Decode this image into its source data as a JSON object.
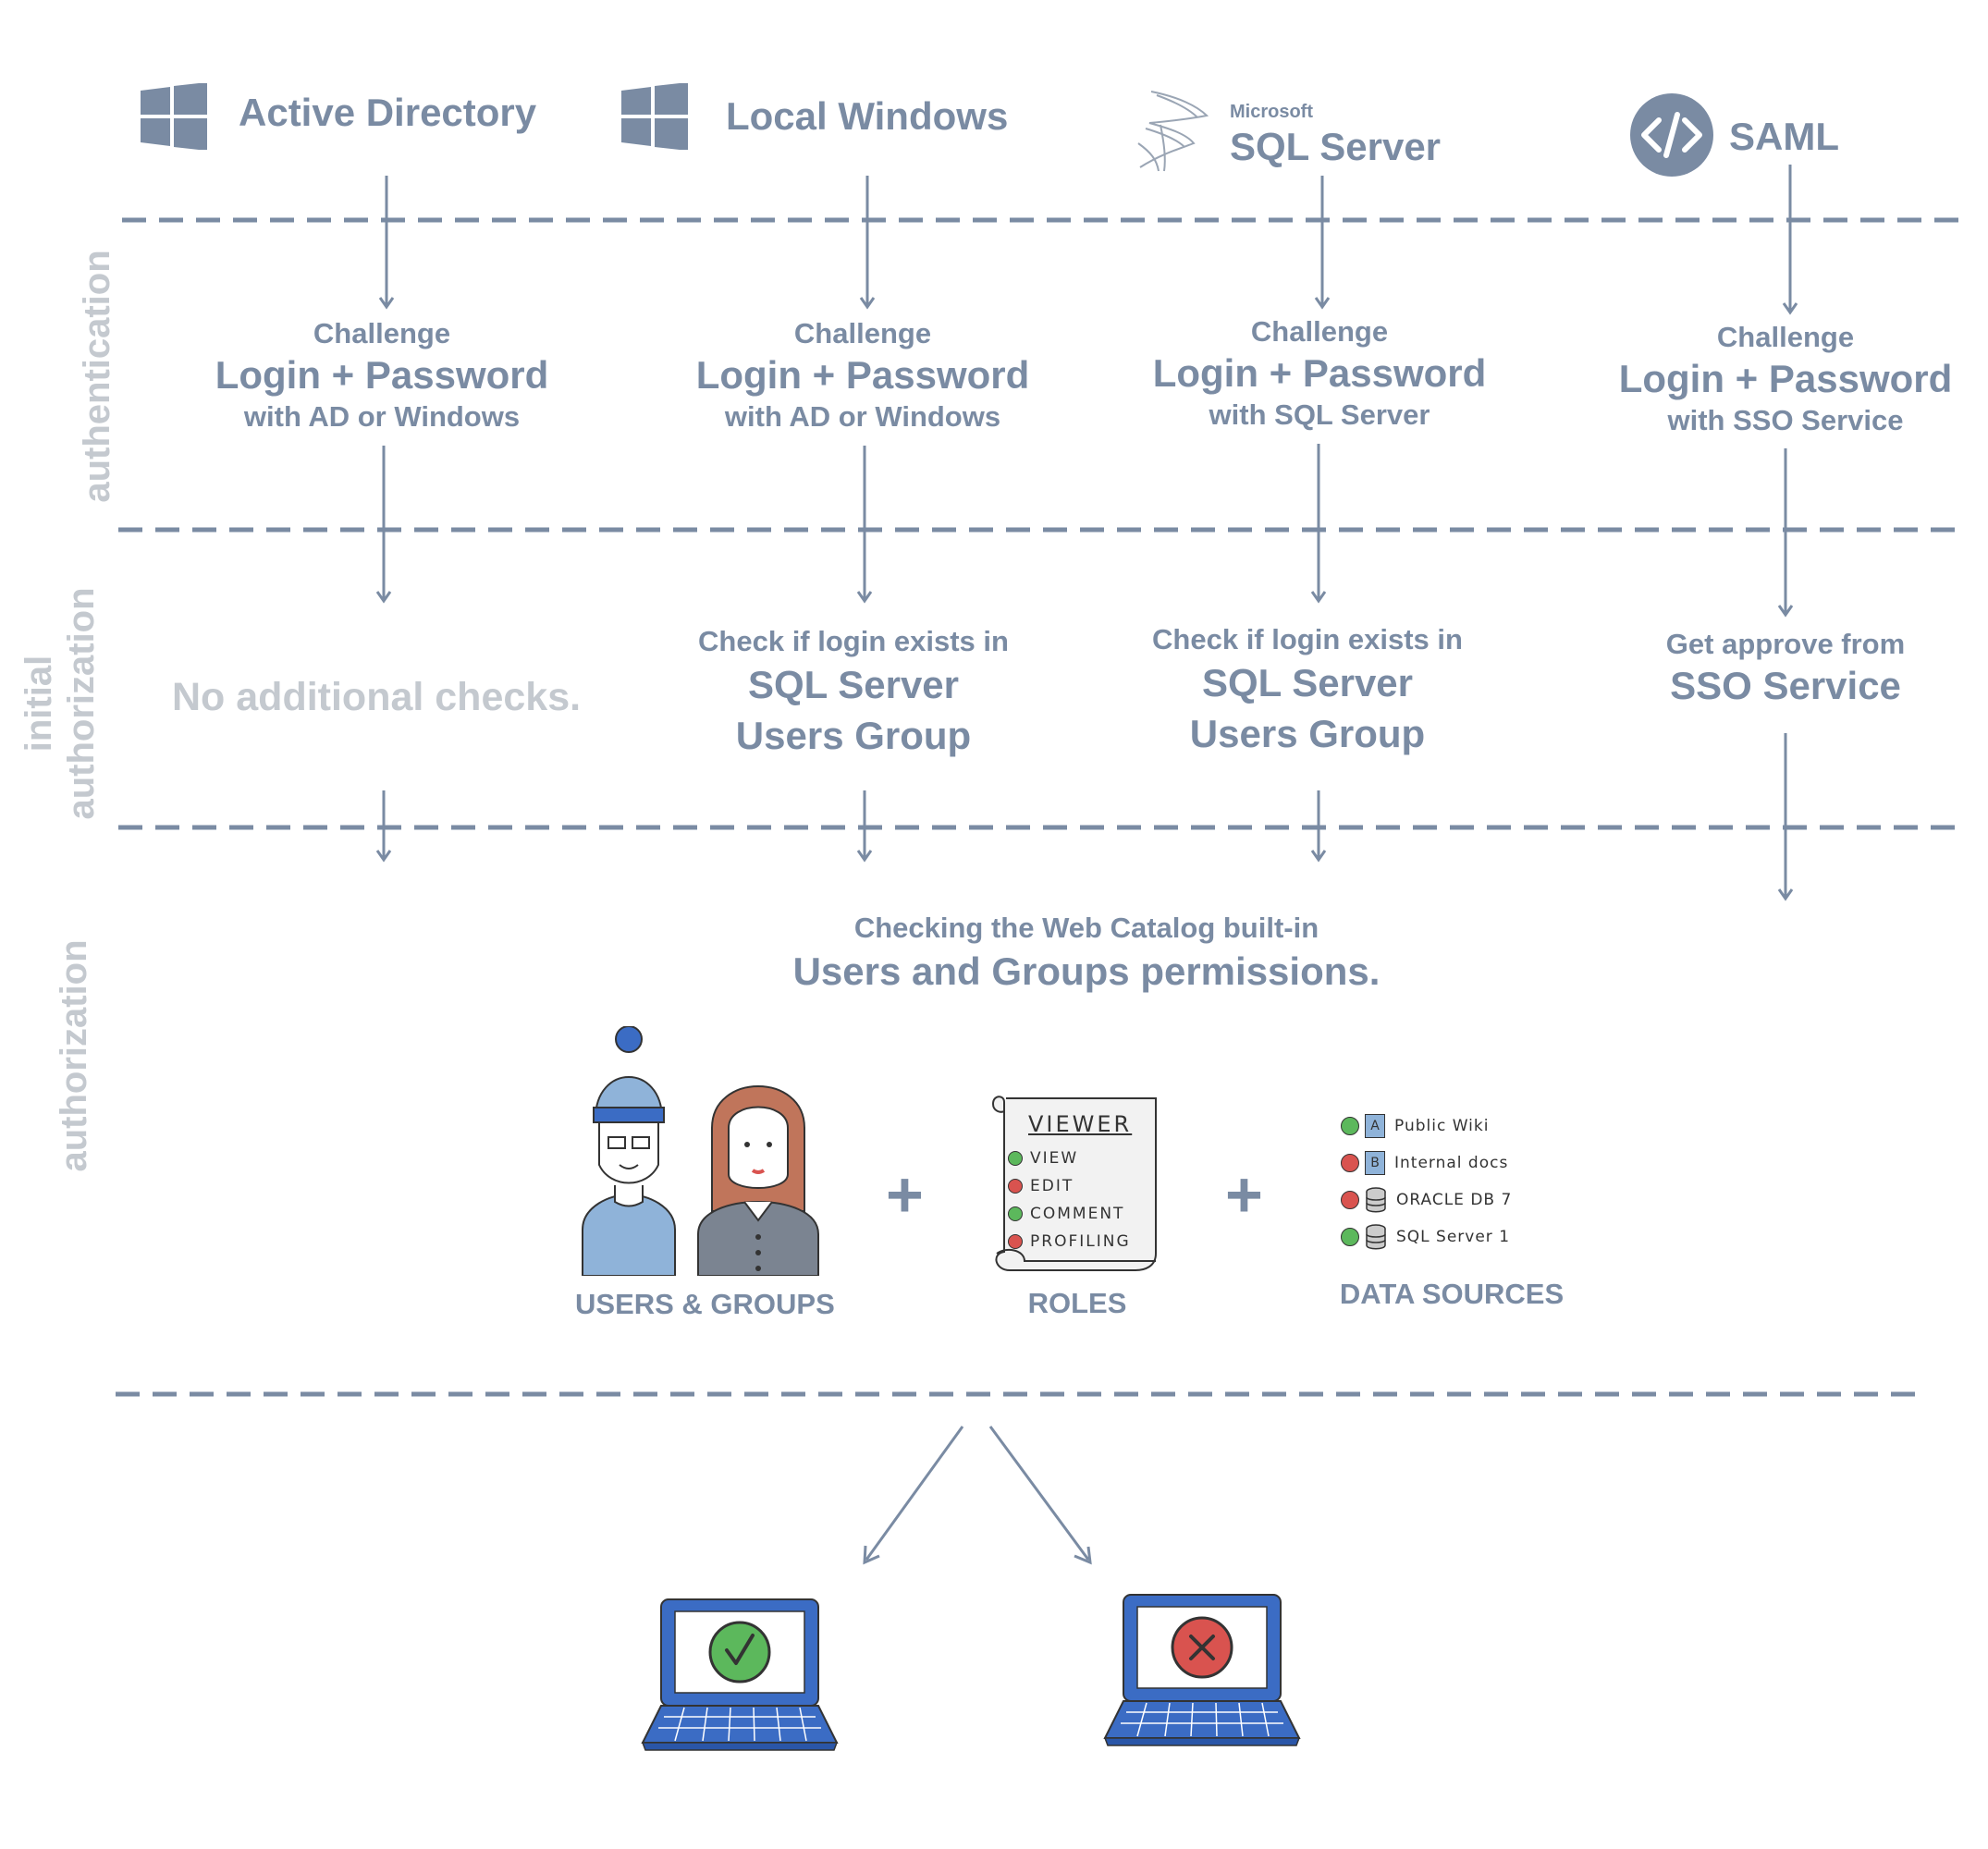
{
  "providers": [
    {
      "name": "Active Directory",
      "icon": "windows-icon"
    },
    {
      "name": "Local Windows",
      "icon": "windows-icon"
    },
    {
      "name": "SQL Server",
      "prefix": "Microsoft",
      "icon": "sql-server-icon"
    },
    {
      "name": "SAML",
      "icon": "code-icon"
    }
  ],
  "sections": {
    "authentication": "authentication",
    "initial_authorization": "initial authorization",
    "authorization": "authorization"
  },
  "authentication": [
    {
      "challenge": "Challenge",
      "main": "Login + Password",
      "with": "with AD or Windows"
    },
    {
      "challenge": "Challenge",
      "main": "Login + Password",
      "with": "with AD or Windows"
    },
    {
      "challenge": "Challenge",
      "main": "Login + Password",
      "with": "with SQL Server"
    },
    {
      "challenge": "Challenge",
      "main": "Login + Password",
      "with": "with SSO Service"
    }
  ],
  "initial_authorization": {
    "no_checks": "No additional checks.",
    "sql_checks": [
      {
        "line1": "Check if login exists in",
        "line2": "SQL Server",
        "line3": "Users Group"
      },
      {
        "line1": "Check if login exists in",
        "line2": "SQL Server",
        "line3": "Users Group"
      }
    ],
    "sso": {
      "line1": "Get approve from",
      "line2": "SSO Service"
    }
  },
  "authorization": {
    "line1": "Checking the Web Catalog built-in",
    "line2": "Users and Groups permissions.",
    "components": {
      "users_groups": "USERS & GROUPS",
      "roles": "ROLES",
      "data_sources": "DATA SOURCES",
      "plus": "+"
    },
    "roles_card": {
      "title": "VIEWER",
      "items": [
        {
          "label": "VIEW",
          "allowed": true
        },
        {
          "label": "EDIT",
          "allowed": false
        },
        {
          "label": "COMMENT",
          "allowed": true
        },
        {
          "label": "PROFILING",
          "allowed": false
        }
      ]
    },
    "data_sources_list": [
      {
        "badge": "A",
        "label": "Public Wiki",
        "allowed": true,
        "type": "doc"
      },
      {
        "badge": "B",
        "label": "Internal docs",
        "allowed": false,
        "type": "doc"
      },
      {
        "label": "ORACLE DB 7",
        "allowed": false,
        "type": "db"
      },
      {
        "label": "SQL Server 1",
        "allowed": true,
        "type": "db"
      }
    ]
  },
  "colors": {
    "accent": "#7a8ba3",
    "muted": "#c4c9cf",
    "allow": "#5cb85c",
    "deny": "#d9534f",
    "laptop": "#3b6cc4",
    "user_blue": "#8fb3d9",
    "hair": "#c0755b",
    "jacket": "#7b8491"
  }
}
